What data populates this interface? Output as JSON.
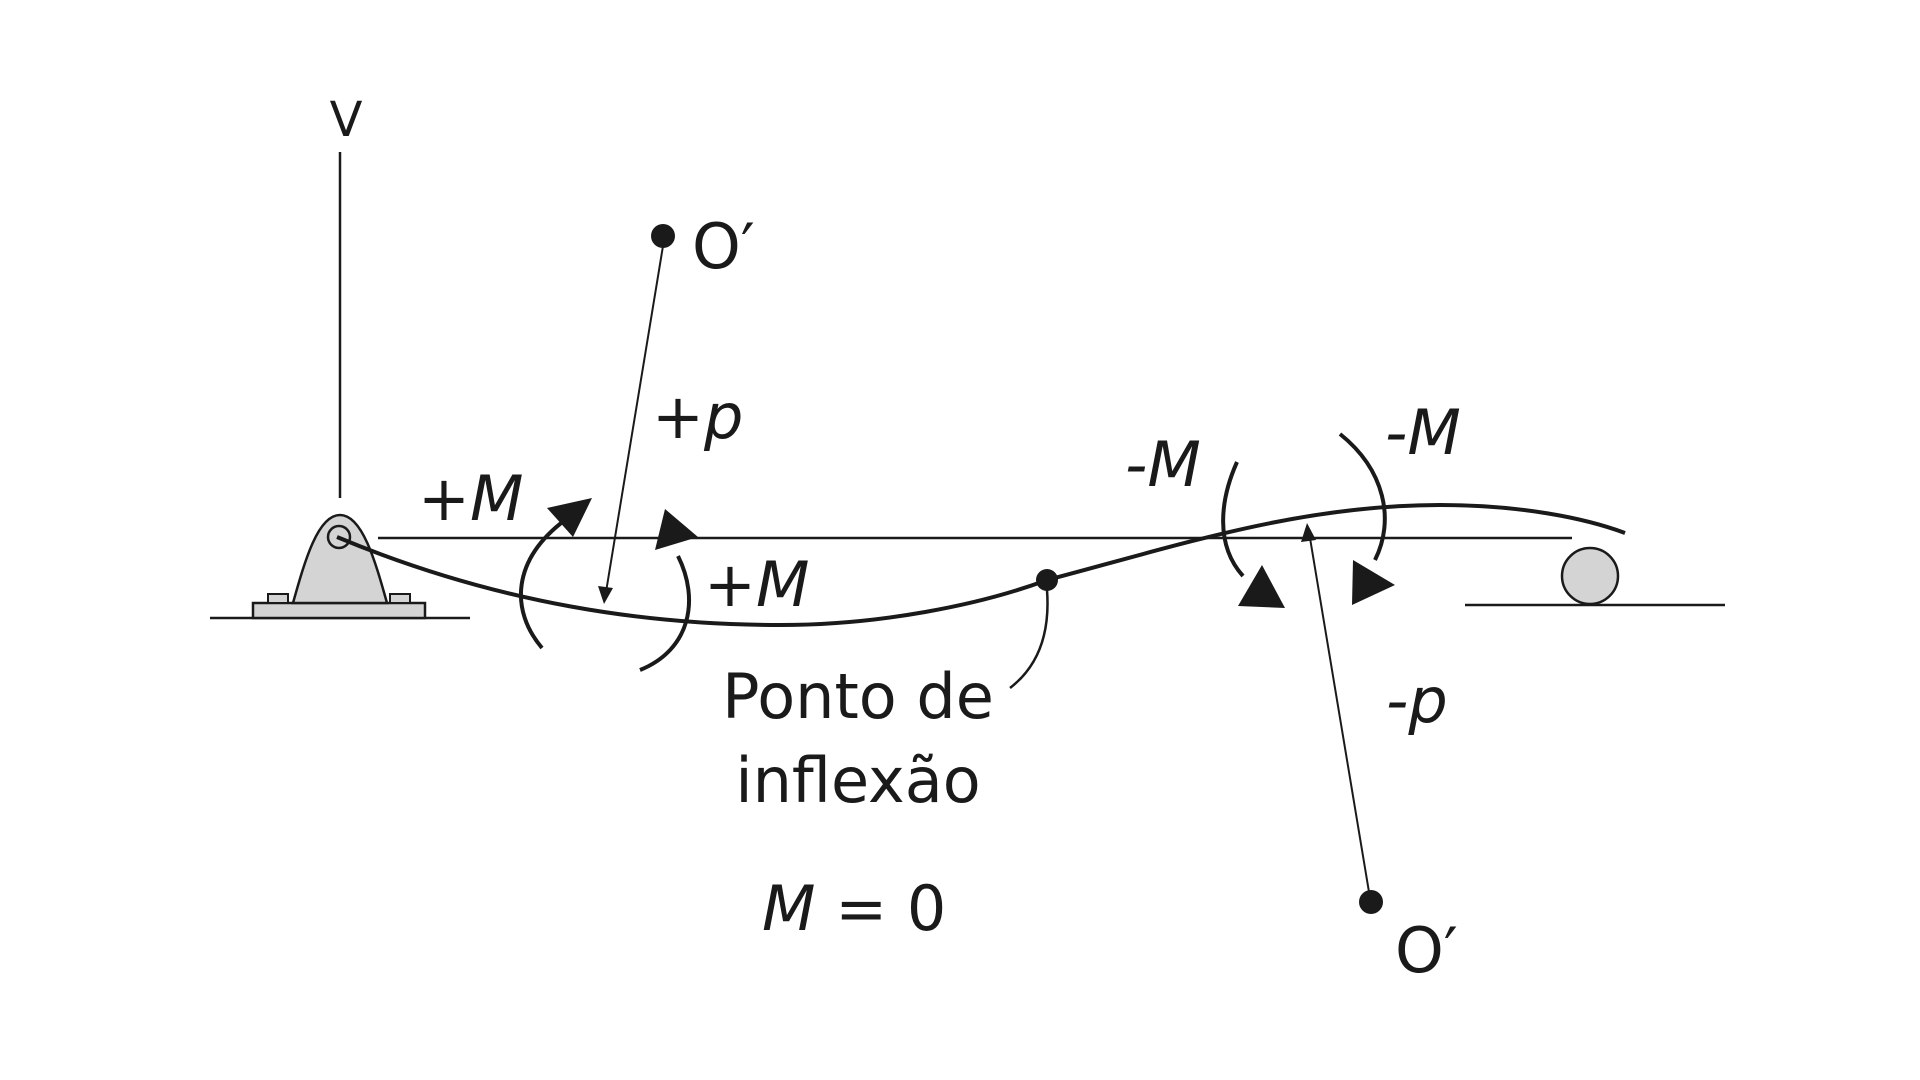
{
  "labels": {
    "vertical": "V",
    "center_top": "O′",
    "center_bottom": "O′",
    "radius_positive": "+p",
    "radius_negative": "-p",
    "moment_positive_left": "+M",
    "moment_positive_right": "+M",
    "moment_negative_left": "-M",
    "moment_negative_right": "-M",
    "inflection_line1": "Ponto de",
    "inflection_line2": "inflexão",
    "moment_zero_var": "M",
    "moment_zero_rest": " = 0"
  },
  "colors": {
    "ink": "#1a1a1a",
    "support_fill": "#d4d4d4"
  }
}
